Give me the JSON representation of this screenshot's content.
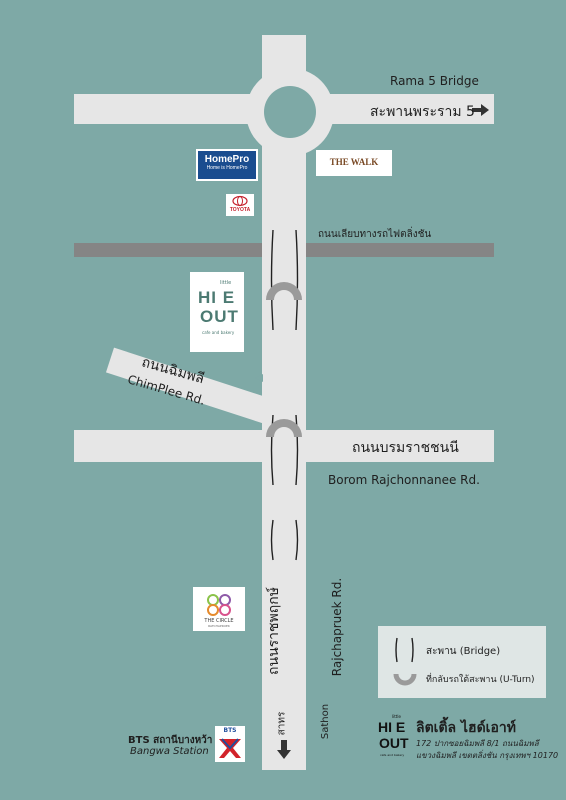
{
  "map": {
    "labels": {
      "rama5_en": "Rama 5 Bridge",
      "rama5_th": "สะพานพระราม 5",
      "rail_th": "ถนนเลียบทางรถไฟตลิ่งชัน",
      "chimplee_th": "ถนนฉิมพลี",
      "chimplee_en": "ChimPlee Rd.",
      "borom_th": "ถนนบรมราชชนนี",
      "borom_en": "Borom Rajchonnanee Rd.",
      "rajchapruek_th": "ถนนราชพฤกษ์",
      "rajchapruek_en": "Rajchapruek Rd.",
      "sathon_th": "สาทร",
      "sathon_en": "Sathon",
      "bts_th": "BTS สถานีบางหว้า",
      "bts_en": "Bangwa Station"
    },
    "landmarks": {
      "homepro_name": "HomePro",
      "homepro_tagline": "Home is HomePro",
      "thewalk": "THE WALK",
      "toyota": "TOYOTA",
      "hideout_top": "little",
      "hideout_line1": "HI E",
      "hideout_line2": "OUT",
      "hideout_tag": "cafe and bakery",
      "circle_name": "THE CIRCLE",
      "circle_sub": "RATCHAPRUEK",
      "bts_logo": "BTS"
    },
    "legend": {
      "bridge": "สะพาน (Bridge)",
      "uturn": "ที่กลับรถใต้สะพาน (U-Turn)"
    },
    "shop": {
      "brand_top": "little",
      "brand_line1": "HI E",
      "brand_line2": "OUT",
      "brand_tag": "cafe and bakery",
      "name_th": "ลิตเติ้ล ไฮด์เอาท์",
      "address_line1": "172 ปากซอยฉิมพลี 8/1 ถนนฉิมพลี",
      "address_line2": "แขวงฉิมพลี เขตตลิ่งชัน กรุงเทพฯ 10170"
    },
    "colors": {
      "background": "#7ea9a6",
      "road": "#e6e6e6",
      "railway": "#858585",
      "homepro_blue": "#1a4d8f",
      "uturn_gray": "#9a9a9a",
      "bts_red": "#d2232a",
      "bts_blue": "#1f4e9c"
    }
  }
}
